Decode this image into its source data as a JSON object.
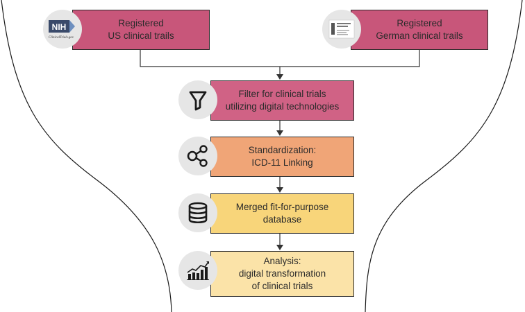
{
  "colors": {
    "registered": "#c8567a",
    "filter": "#d06285",
    "standardization": "#f0a577",
    "merged": "#f8d57a",
    "analysis": "#fbe3a8",
    "icon_circle": "#e6e6e6"
  },
  "sources": [
    {
      "line1": "Registered",
      "line2": "US clinical trails",
      "logo": "NIH",
      "logo_sub": "ClinicalTrials.gov"
    },
    {
      "line1": "Registered",
      "line2": "German clinical trails"
    }
  ],
  "steps": [
    {
      "lines": [
        "Filter for clinical trials",
        "utilizing digital technologies"
      ],
      "icon": "funnel-icon"
    },
    {
      "lines": [
        "Standardization:",
        "ICD-11 Linking"
      ],
      "icon": "network-link-icon"
    },
    {
      "lines": [
        "Merged fit-for-purpose",
        "database"
      ],
      "icon": "database-icon"
    },
    {
      "lines": [
        "Analysis:",
        "digital transformation",
        "of clinical trials"
      ],
      "icon": "growth-chart-icon"
    }
  ]
}
